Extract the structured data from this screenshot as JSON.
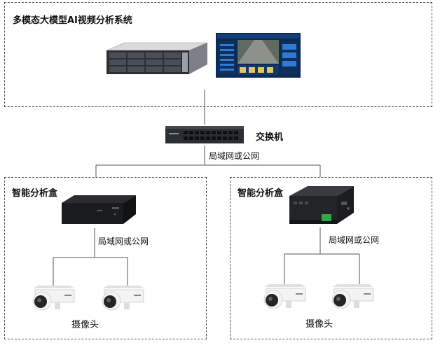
{
  "system": {
    "title": "多模态大模型AI视频分析系统"
  },
  "switch": {
    "label": "交换机",
    "network_label": "局域网或公网"
  },
  "left_box": {
    "title": "智能分析盒",
    "network_label": "局域网或公网",
    "camera_label": "摄像头"
  },
  "right_box": {
    "title": "智能分析盒",
    "network_label": "局域网或公网",
    "camera_label": "摄像头"
  }
}
